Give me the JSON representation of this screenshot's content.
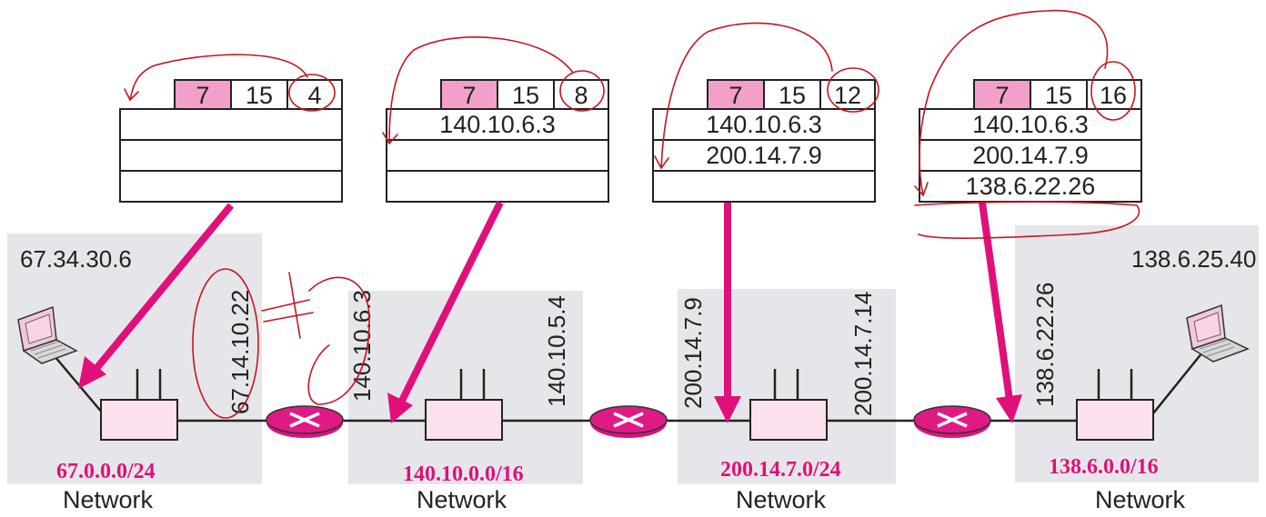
{
  "colors": {
    "accent": "#e0107a",
    "header_fill": "#f2a0c8",
    "router_fill": "#fbe0ee",
    "network_bg": "#e6e6ea",
    "annotation_ink": "#c8141e"
  },
  "hosts": {
    "source_ip": "67.34.30.6",
    "destination_ip": "138.6.25.40",
    "source_icon": "laptop-icon",
    "destination_icon": "laptop-icon"
  },
  "networks": [
    {
      "cidr": "67.0.0.0/24",
      "label": "Network"
    },
    {
      "cidr": "140.10.0.0/16",
      "label": "Network"
    },
    {
      "cidr": "200.14.7.0/24",
      "label": "Network"
    },
    {
      "cidr": "138.6.0.0/16",
      "label": "Network"
    }
  ],
  "interfaces": {
    "r1_right": "67.14.10.22",
    "r2_left": "140.10.6.3",
    "r2_right": "140.10.5.4",
    "r3_left": "200.14.7.9",
    "r3_right": "200.14.7.14",
    "r4_left": "138.6.22.26"
  },
  "datagrams": [
    {
      "type": "7",
      "length": "15",
      "pointer": "4",
      "rows": [
        "",
        "",
        ""
      ]
    },
    {
      "type": "7",
      "length": "15",
      "pointer": "8",
      "rows": [
        "140.10.6.3",
        "",
        ""
      ]
    },
    {
      "type": "7",
      "length": "15",
      "pointer": "12",
      "rows": [
        "140.10.6.3",
        "200.14.7.9",
        ""
      ]
    },
    {
      "type": "7",
      "length": "15",
      "pointer": "16",
      "rows": [
        "140.10.6.3",
        "200.14.7.9",
        "138.6.22.26"
      ]
    }
  ],
  "annotations": {
    "not_equal": "≠"
  }
}
